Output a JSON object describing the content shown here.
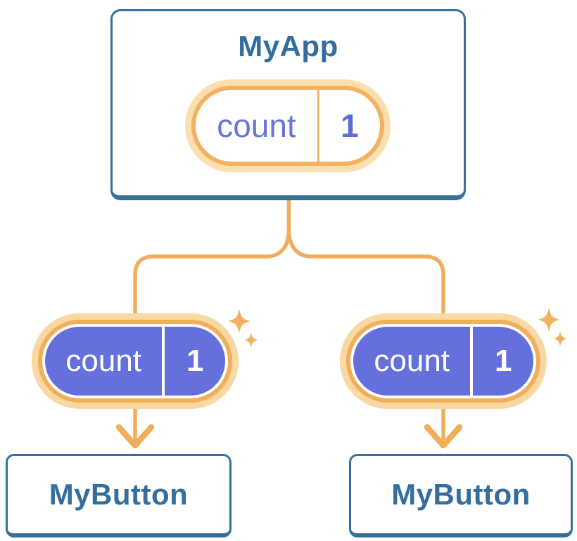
{
  "diagram": {
    "description": "component-state-sharing-tree",
    "root": {
      "title": "MyApp",
      "state": {
        "name": "count",
        "value": "1"
      }
    },
    "children": [
      {
        "title": "MyButton",
        "state": {
          "name": "count",
          "value": "1"
        }
      },
      {
        "title": "MyButton",
        "state": {
          "name": "count",
          "value": "1"
        }
      }
    ]
  },
  "icons": {
    "sparkle": "sparkle-icon",
    "arrow": "arrow-down-icon"
  },
  "colors": {
    "background": "#FFFFFF",
    "card_border_blue": "#35709B",
    "label_blue": "#336E9E",
    "connector_orange": "#F0AE5C",
    "pill_ring_orange": "#F2B05E",
    "pill_glow_orange": "#FAD8A2",
    "state_purple_fill": "#6570DD",
    "state_purple_text": "#6674DC"
  }
}
